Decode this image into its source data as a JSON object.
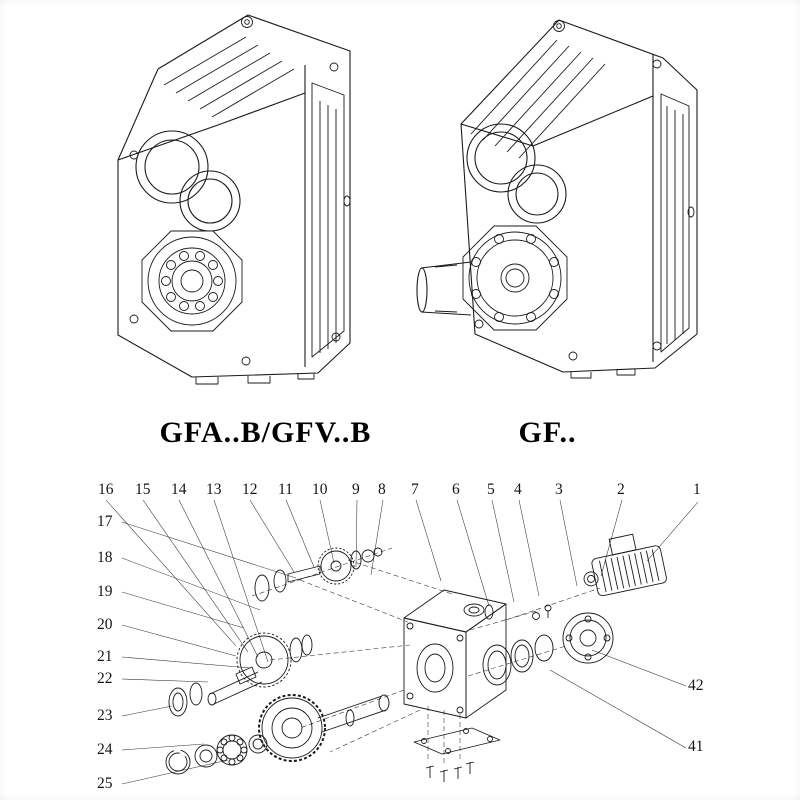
{
  "meta": {
    "background_color": "#ffffff",
    "line_color": "#1b1b1b",
    "description_visible_content": "Two isometric line drawings of helical gear reducers with captions, above an exploded parts diagram with numbered callouts"
  },
  "drawings": {
    "left_caption": "GFA..B/GFV..B",
    "right_caption": "GF.."
  },
  "exploded": {
    "top_row": [
      "16",
      "15",
      "14",
      "13",
      "12",
      "11",
      "10",
      "9",
      "8",
      "7",
      "6",
      "5",
      "4",
      "3",
      "2",
      "1"
    ],
    "left_column": [
      "17",
      "18",
      "19",
      "20",
      "21",
      "22",
      "23",
      "24",
      "25"
    ],
    "right_column": [
      "42",
      "41"
    ]
  }
}
